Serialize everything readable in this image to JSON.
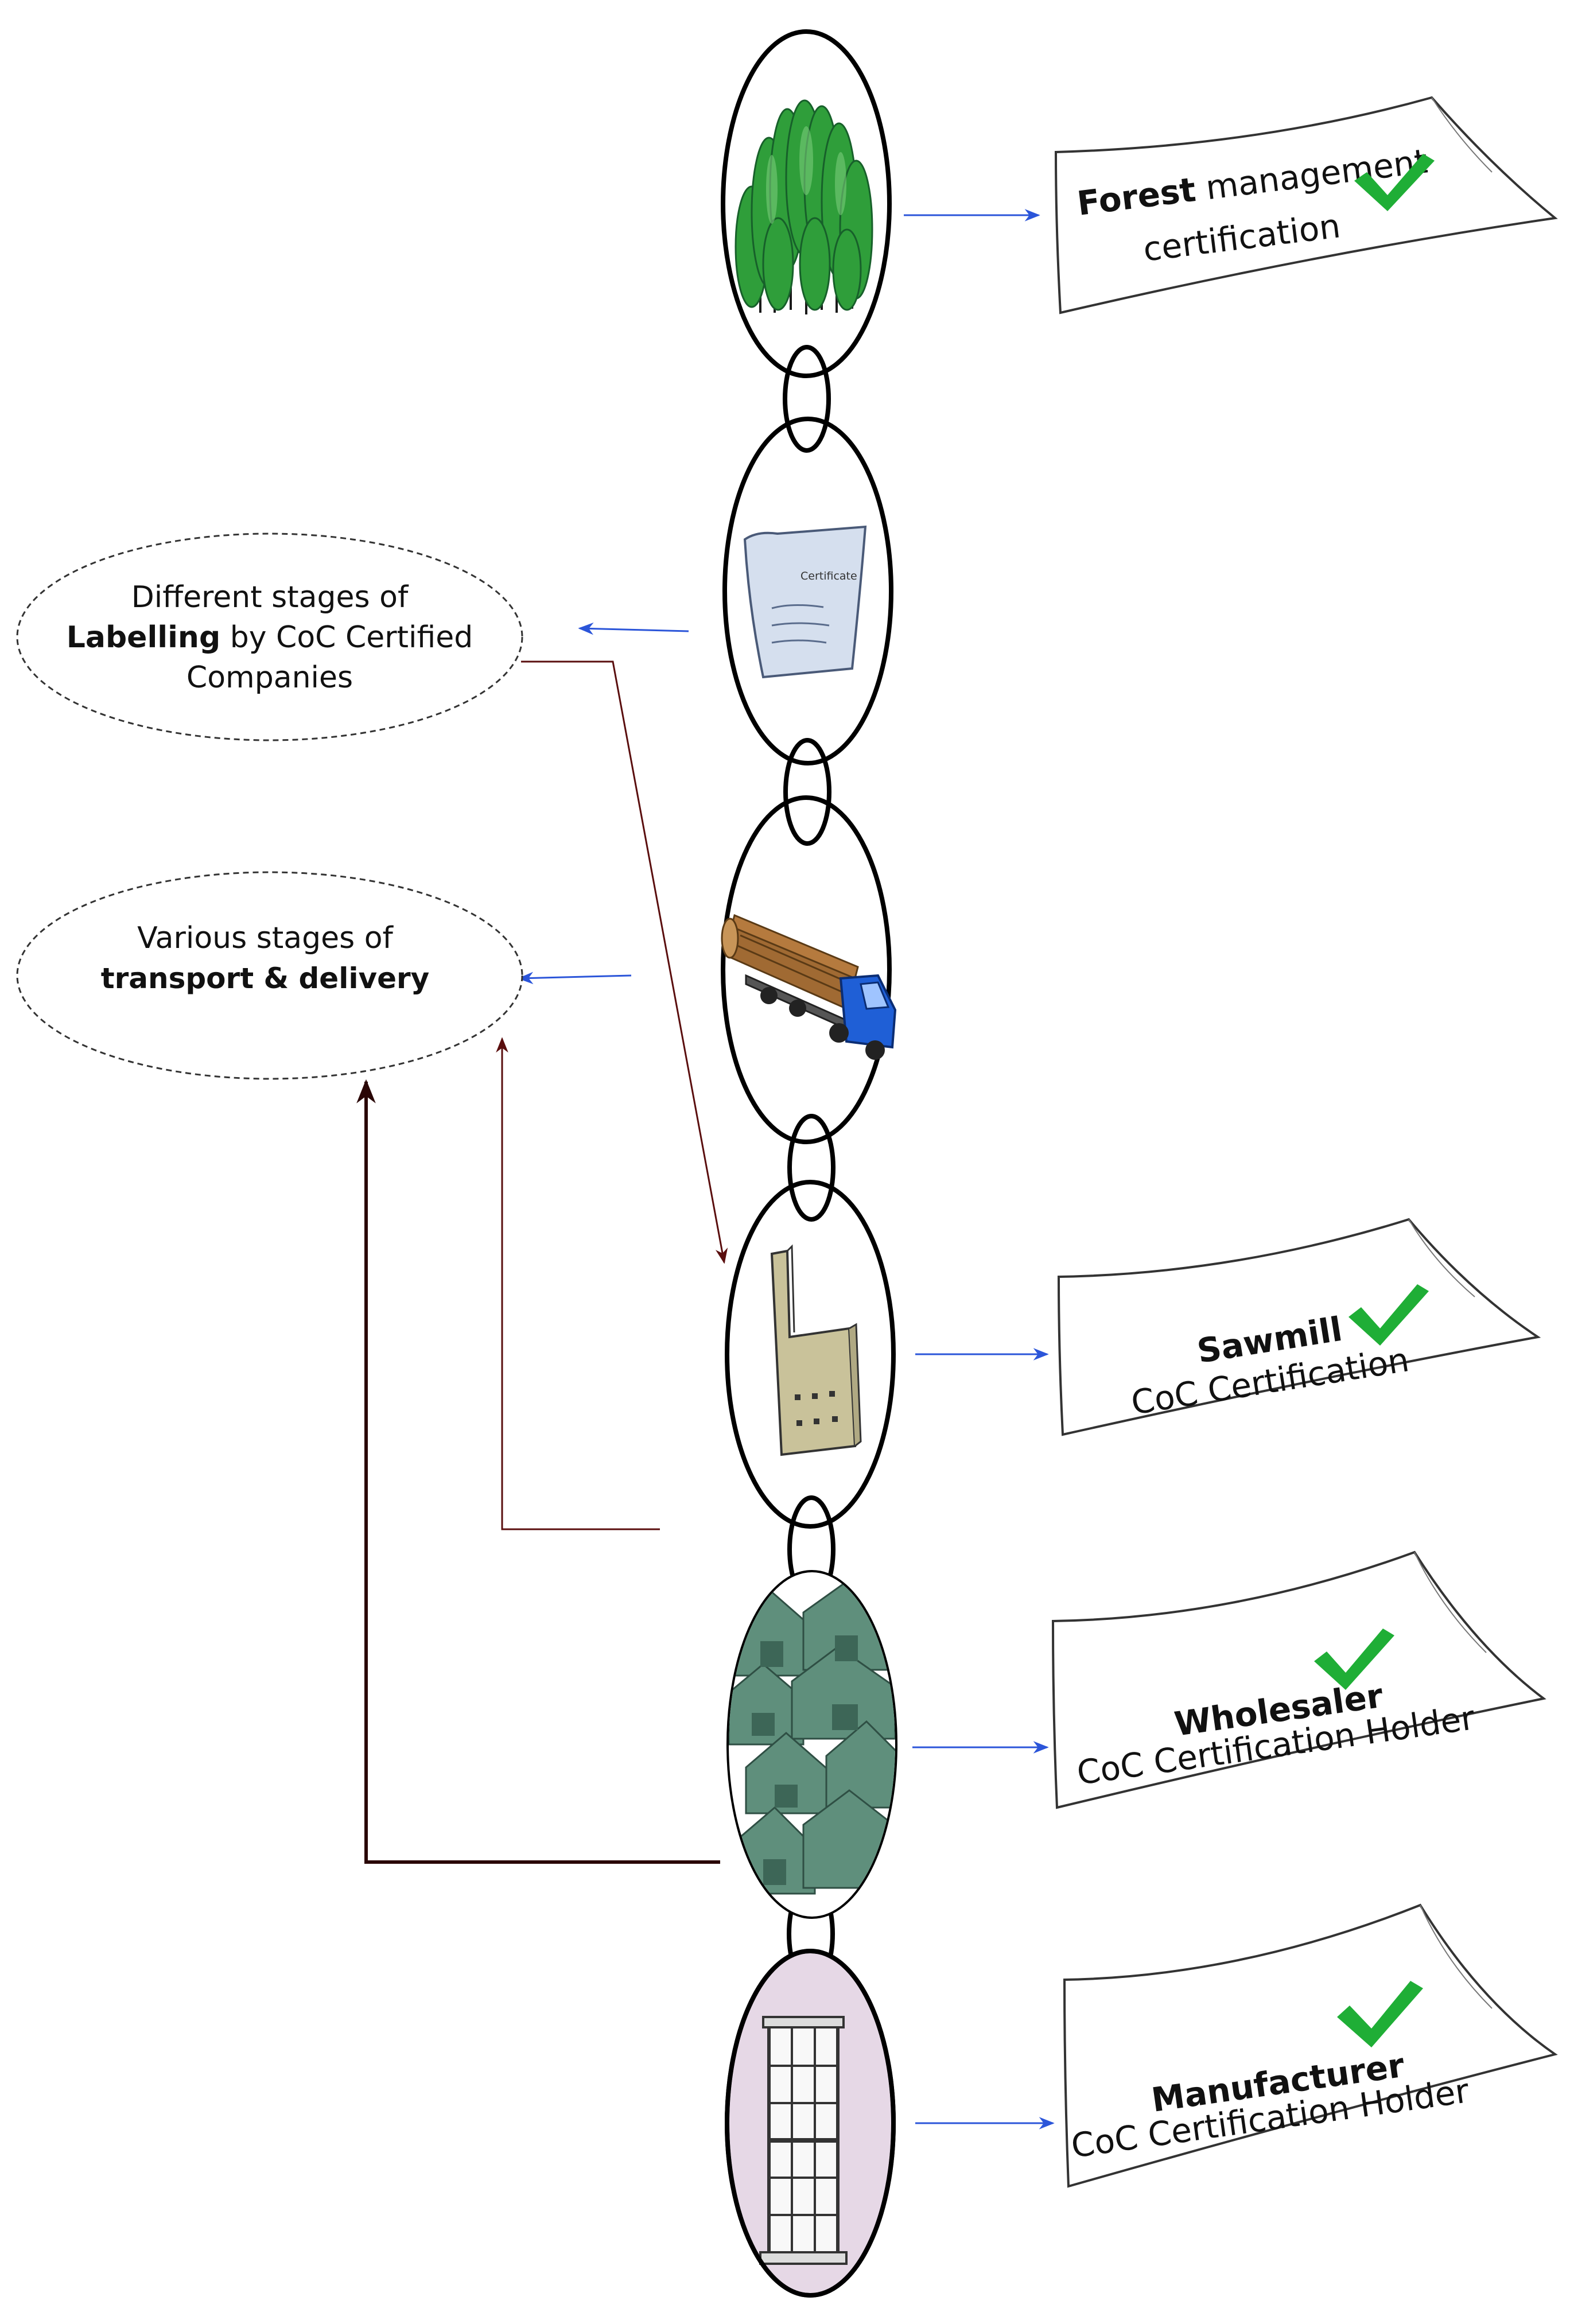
{
  "colors": {
    "background": "#ffffff",
    "link_stroke": "#000000",
    "blue_arrow": "#2b55d9",
    "brown_arrow": "#5a0e0e",
    "dark_arrow": "#2a0606",
    "check_green": "#1fae36",
    "tree_green": "#2f9e3a",
    "truck_blue": "#1f5fd6",
    "log_brown": "#a06a33",
    "factory_khaki": "#c9c29a",
    "warehouse_teal": "#5f8f7c",
    "window_lilac": "#e6d8e6"
  },
  "stages": [
    {
      "id": "forest",
      "icon": "forest-icon"
    },
    {
      "id": "labelling",
      "icon": "certificate-icon",
      "certificate_text": "Certificate"
    },
    {
      "id": "transport",
      "icon": "log-truck-icon"
    },
    {
      "id": "sawmill",
      "icon": "factory-icon"
    },
    {
      "id": "wholesaler",
      "icon": "warehouse-icon"
    },
    {
      "id": "manufacturer",
      "icon": "window-icon"
    }
  ],
  "notes": {
    "labelling": {
      "line1": "Different stages of",
      "line2_bold": "Labelling",
      "line2_rest": " by CoC Certified",
      "line3": "Companies"
    },
    "transport": {
      "line1": "Various stages of",
      "line2_bold": "transport & delivery"
    }
  },
  "certificates": [
    {
      "id": "forest",
      "bold": "Forest",
      "rest": " management",
      "line2": "certification"
    },
    {
      "id": "sawmill",
      "bold": "Sawmill",
      "line2": "CoC Certification"
    },
    {
      "id": "wholesaler",
      "bold": "Wholesaler",
      "line2": "CoC Certification Holder"
    },
    {
      "id": "manufacturer",
      "bold": "Manufacturer",
      "line2": "CoC Certification Holder"
    }
  ]
}
